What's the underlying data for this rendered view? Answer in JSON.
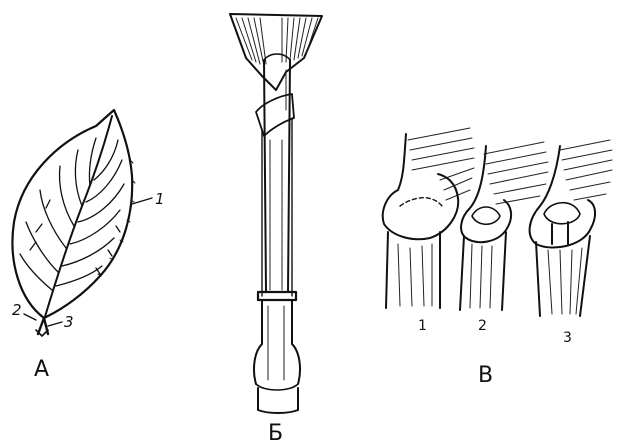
{
  "panels": {
    "a": {
      "label": "А",
      "callouts": [
        "1",
        "2",
        "3"
      ]
    },
    "b": {
      "label": "Б"
    },
    "c": {
      "label": "В",
      "numbers": [
        "1",
        "2",
        "3"
      ]
    }
  }
}
